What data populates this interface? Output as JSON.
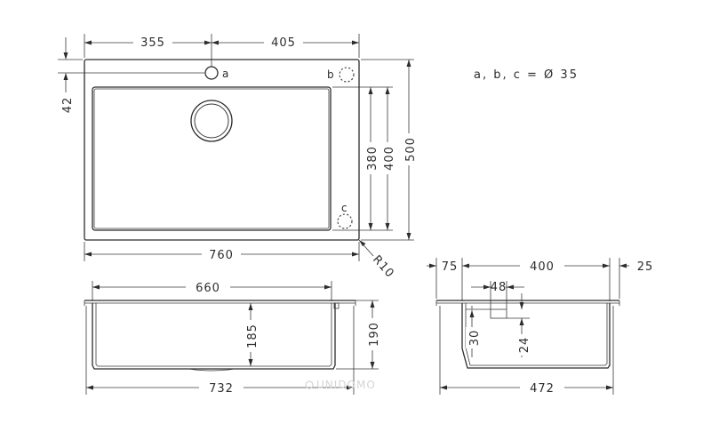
{
  "note": "a, b, c = Ø 35",
  "hole_labels": {
    "a": "a",
    "b": "b",
    "c": "c"
  },
  "top_view": {
    "dim_left_offset": "355",
    "dim_right_offset": "405",
    "dim_hole_setback": "42",
    "dim_bowl_depth": "380",
    "dim_inner_depth": "400",
    "dim_overall_depth": "500",
    "dim_overall_width": "760",
    "corner_radius": "R10"
  },
  "front_section": {
    "dim_bowl_width": "660",
    "dim_bowl_height": "185",
    "dim_total_height": "190",
    "dim_total_width": "732"
  },
  "side_section": {
    "dim_left_margin": "75",
    "dim_bowl_length": "400",
    "dim_right_margin": "25",
    "dim_overflow_width": "48",
    "dim_overflow_drop": "30",
    "dim_overflow_height": "24",
    "dim_total_length": "472"
  },
  "watermark": "UNIDOMO"
}
